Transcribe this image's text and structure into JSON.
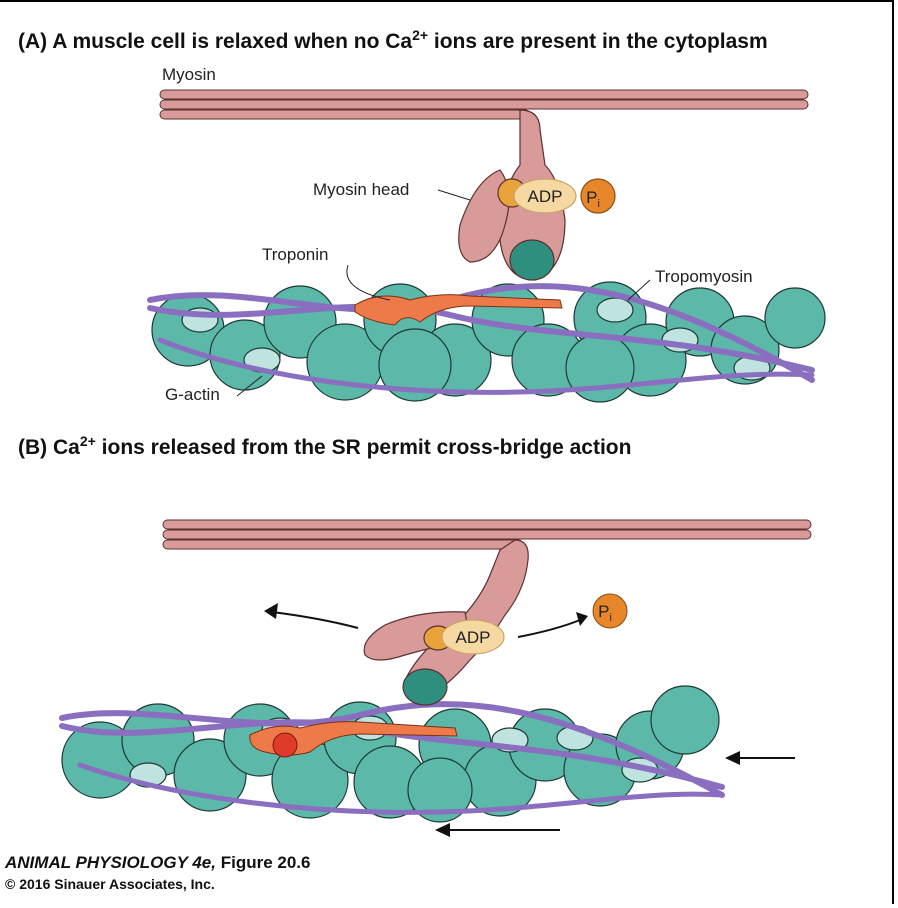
{
  "panel_a": {
    "prefix": "(A)",
    "title_before": "A muscle cell is relaxed when no Ca",
    "title_sup": "2+",
    "title_after": " ions are present in the cytoplasm",
    "labels": {
      "myosin": "Myosin",
      "myosin_head": "Myosin head",
      "troponin": "Troponin",
      "tropomyosin": "Tropomyosin",
      "g_actin": "G-actin",
      "adp": "ADP",
      "pi_base": "P",
      "pi_sub": "i"
    }
  },
  "panel_b": {
    "prefix": "(B)",
    "title_before": "Ca",
    "title_sup": "2+",
    "title_after": " ions released from the SR permit cross-bridge action",
    "labels": {
      "adp": "ADP",
      "pi_base": "P",
      "pi_sub": "i"
    }
  },
  "credit": {
    "book": "ANIMAL PHYSIOLOGY 4e,",
    "figure": "Figure 20.6",
    "copyright": "© 2016 Sinauer Associates, Inc."
  },
  "colors": {
    "myosin": "#d99a9a",
    "actin": "#5cb8a8",
    "actin_light": "#bfe3df",
    "tropomyosin": "#8a6fc1",
    "troponin": "#ee7a4a",
    "adp": "#f6d9a2",
    "pi": "#e8872a",
    "head_tip": "#2f8f7f",
    "calcium": "#e03a2a"
  }
}
